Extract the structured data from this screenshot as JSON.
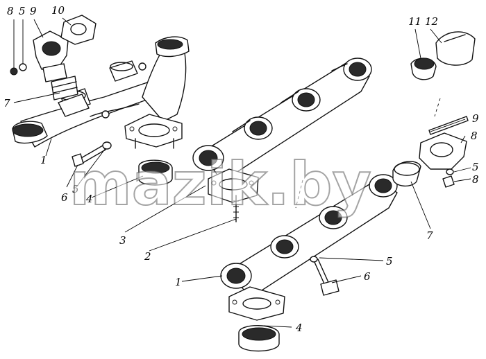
{
  "watermark": "mazik.by",
  "callouts": [
    {
      "id": "c8a",
      "text": "8"
    },
    {
      "id": "c5a",
      "text": "5"
    },
    {
      "id": "c9a",
      "text": "9"
    },
    {
      "id": "c10",
      "text": "10"
    },
    {
      "id": "c7a",
      "text": "7"
    },
    {
      "id": "c1a",
      "text": "1"
    },
    {
      "id": "c6a",
      "text": "6"
    },
    {
      "id": "c5b",
      "text": "5"
    },
    {
      "id": "c4a",
      "text": "4"
    },
    {
      "id": "c3",
      "text": "3"
    },
    {
      "id": "c2",
      "text": "2"
    },
    {
      "id": "c11",
      "text": "11"
    },
    {
      "id": "c12",
      "text": "12"
    },
    {
      "id": "c9b",
      "text": "9"
    },
    {
      "id": "c8b",
      "text": "8"
    },
    {
      "id": "c5c",
      "text": "5"
    },
    {
      "id": "c8c",
      "text": "8"
    },
    {
      "id": "c7b",
      "text": "7"
    },
    {
      "id": "c5d",
      "text": "5"
    },
    {
      "id": "c6b",
      "text": "6"
    },
    {
      "id": "c1b",
      "text": "1"
    },
    {
      "id": "c4b",
      "text": "4"
    }
  ]
}
